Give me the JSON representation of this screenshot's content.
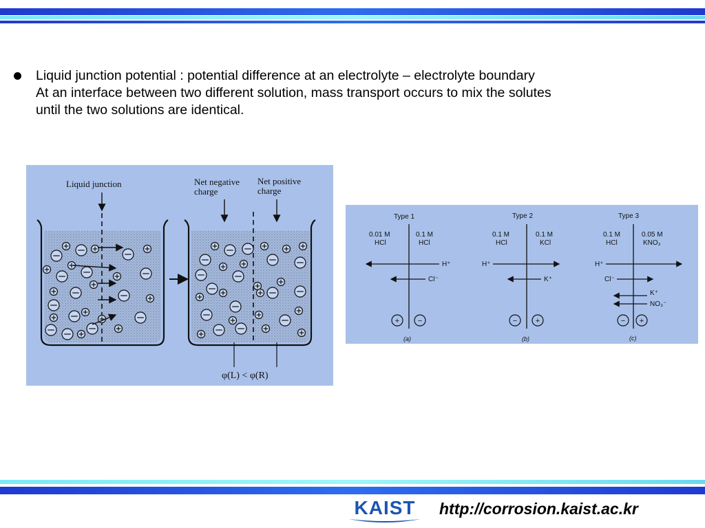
{
  "bullet": {
    "lines": [
      "Liquid junction potential : potential difference at an electrolyte – electrolyte boundary",
      "At an interface between two different solution, mass transport occurs to mix the solutes",
      "until the two solutions are identical."
    ]
  },
  "figure_left": {
    "liquid_junction_label": "Liquid junction",
    "net_negative_label": [
      "Net negative",
      "charge"
    ],
    "net_positive_label": [
      "Net positive",
      "charge"
    ],
    "potential_relation": "φ(L)  <  φ(R)"
  },
  "figure_right": {
    "types": [
      {
        "title": "Type 1",
        "left_conc": "0.01 M",
        "left_sol": "HCl",
        "right_conc": "0.1 M",
        "right_sol": "HCl",
        "ions": [
          "H⁺",
          "Cl⁻"
        ],
        "charges": [
          "+",
          "−"
        ],
        "caption": "(a)"
      },
      {
        "title": "Type 2",
        "left_conc": "0.1 M",
        "left_sol": "HCl",
        "right_conc": "0.1 M",
        "right_sol": "KCl",
        "ions": [
          "H⁺",
          "K⁺"
        ],
        "charges": [
          "−",
          "+"
        ],
        "caption": "(b)"
      },
      {
        "title": "Type 3",
        "left_conc": "0.1 M",
        "left_sol": "HCl",
        "right_conc": "0.05 M",
        "right_sol": "KNO₃",
        "ions": [
          "H⁺",
          "Cl⁻",
          "K⁺",
          "NO₃⁻"
        ],
        "charges": [
          "−",
          "+"
        ],
        "caption": "(c)"
      }
    ]
  },
  "footer": {
    "logo_text": "KAIST",
    "url": "http://corrosion.kaist.ac.kr"
  },
  "colors": {
    "header_blue": "#1f3ad0",
    "header_cyan": "#8df0f8",
    "figure_background": "#a9c1ea",
    "logo_blue": "#1c55b0"
  }
}
